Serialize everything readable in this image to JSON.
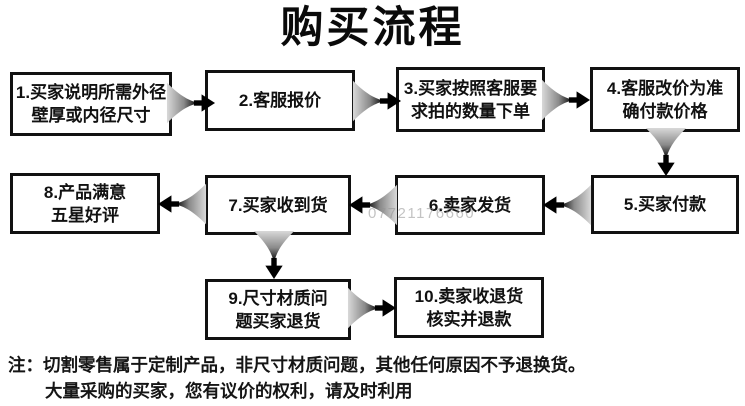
{
  "title": "购买流程",
  "watermark": "07721176660",
  "steps": {
    "s1": {
      "l1": "1.买家说明所需外径",
      "l2": "壁厚或内径尺寸"
    },
    "s2": {
      "l1": "2.客服报价"
    },
    "s3": {
      "l1": "3.买家按照客服要",
      "l2": "求拍的数量下单"
    },
    "s4": {
      "l1": "4.客服改价为准",
      "l2": "确付款价格"
    },
    "s5": {
      "l1": "5.买家付款"
    },
    "s6": {
      "l1": "6.卖家发货"
    },
    "s7": {
      "l1": "7.买家收到货"
    },
    "s8": {
      "l1": "8.产品满意",
      "l2": "五星好评"
    },
    "s9": {
      "l1": "9.尺寸材质问",
      "l2": "题买家退货"
    },
    "s10": {
      "l1": "10.卖家收退货",
      "l2": "核实并退款"
    }
  },
  "note": {
    "line1": "注：切割零售属于定制产品，非尺寸材质问题，其他任何原因不予退换货。",
    "line2": "大量采购的买家，您有议价的权利，请及时利用"
  },
  "icons": {
    "arrow_right": "→",
    "arrow_left": "←",
    "arrow_down": "↓"
  },
  "colors": {
    "background": "#ffffff",
    "text": "#111111",
    "box_border": "#111111",
    "arrow_dark": "#000000",
    "arrow_light": "#d9d9d9",
    "watermark": "#919191"
  }
}
